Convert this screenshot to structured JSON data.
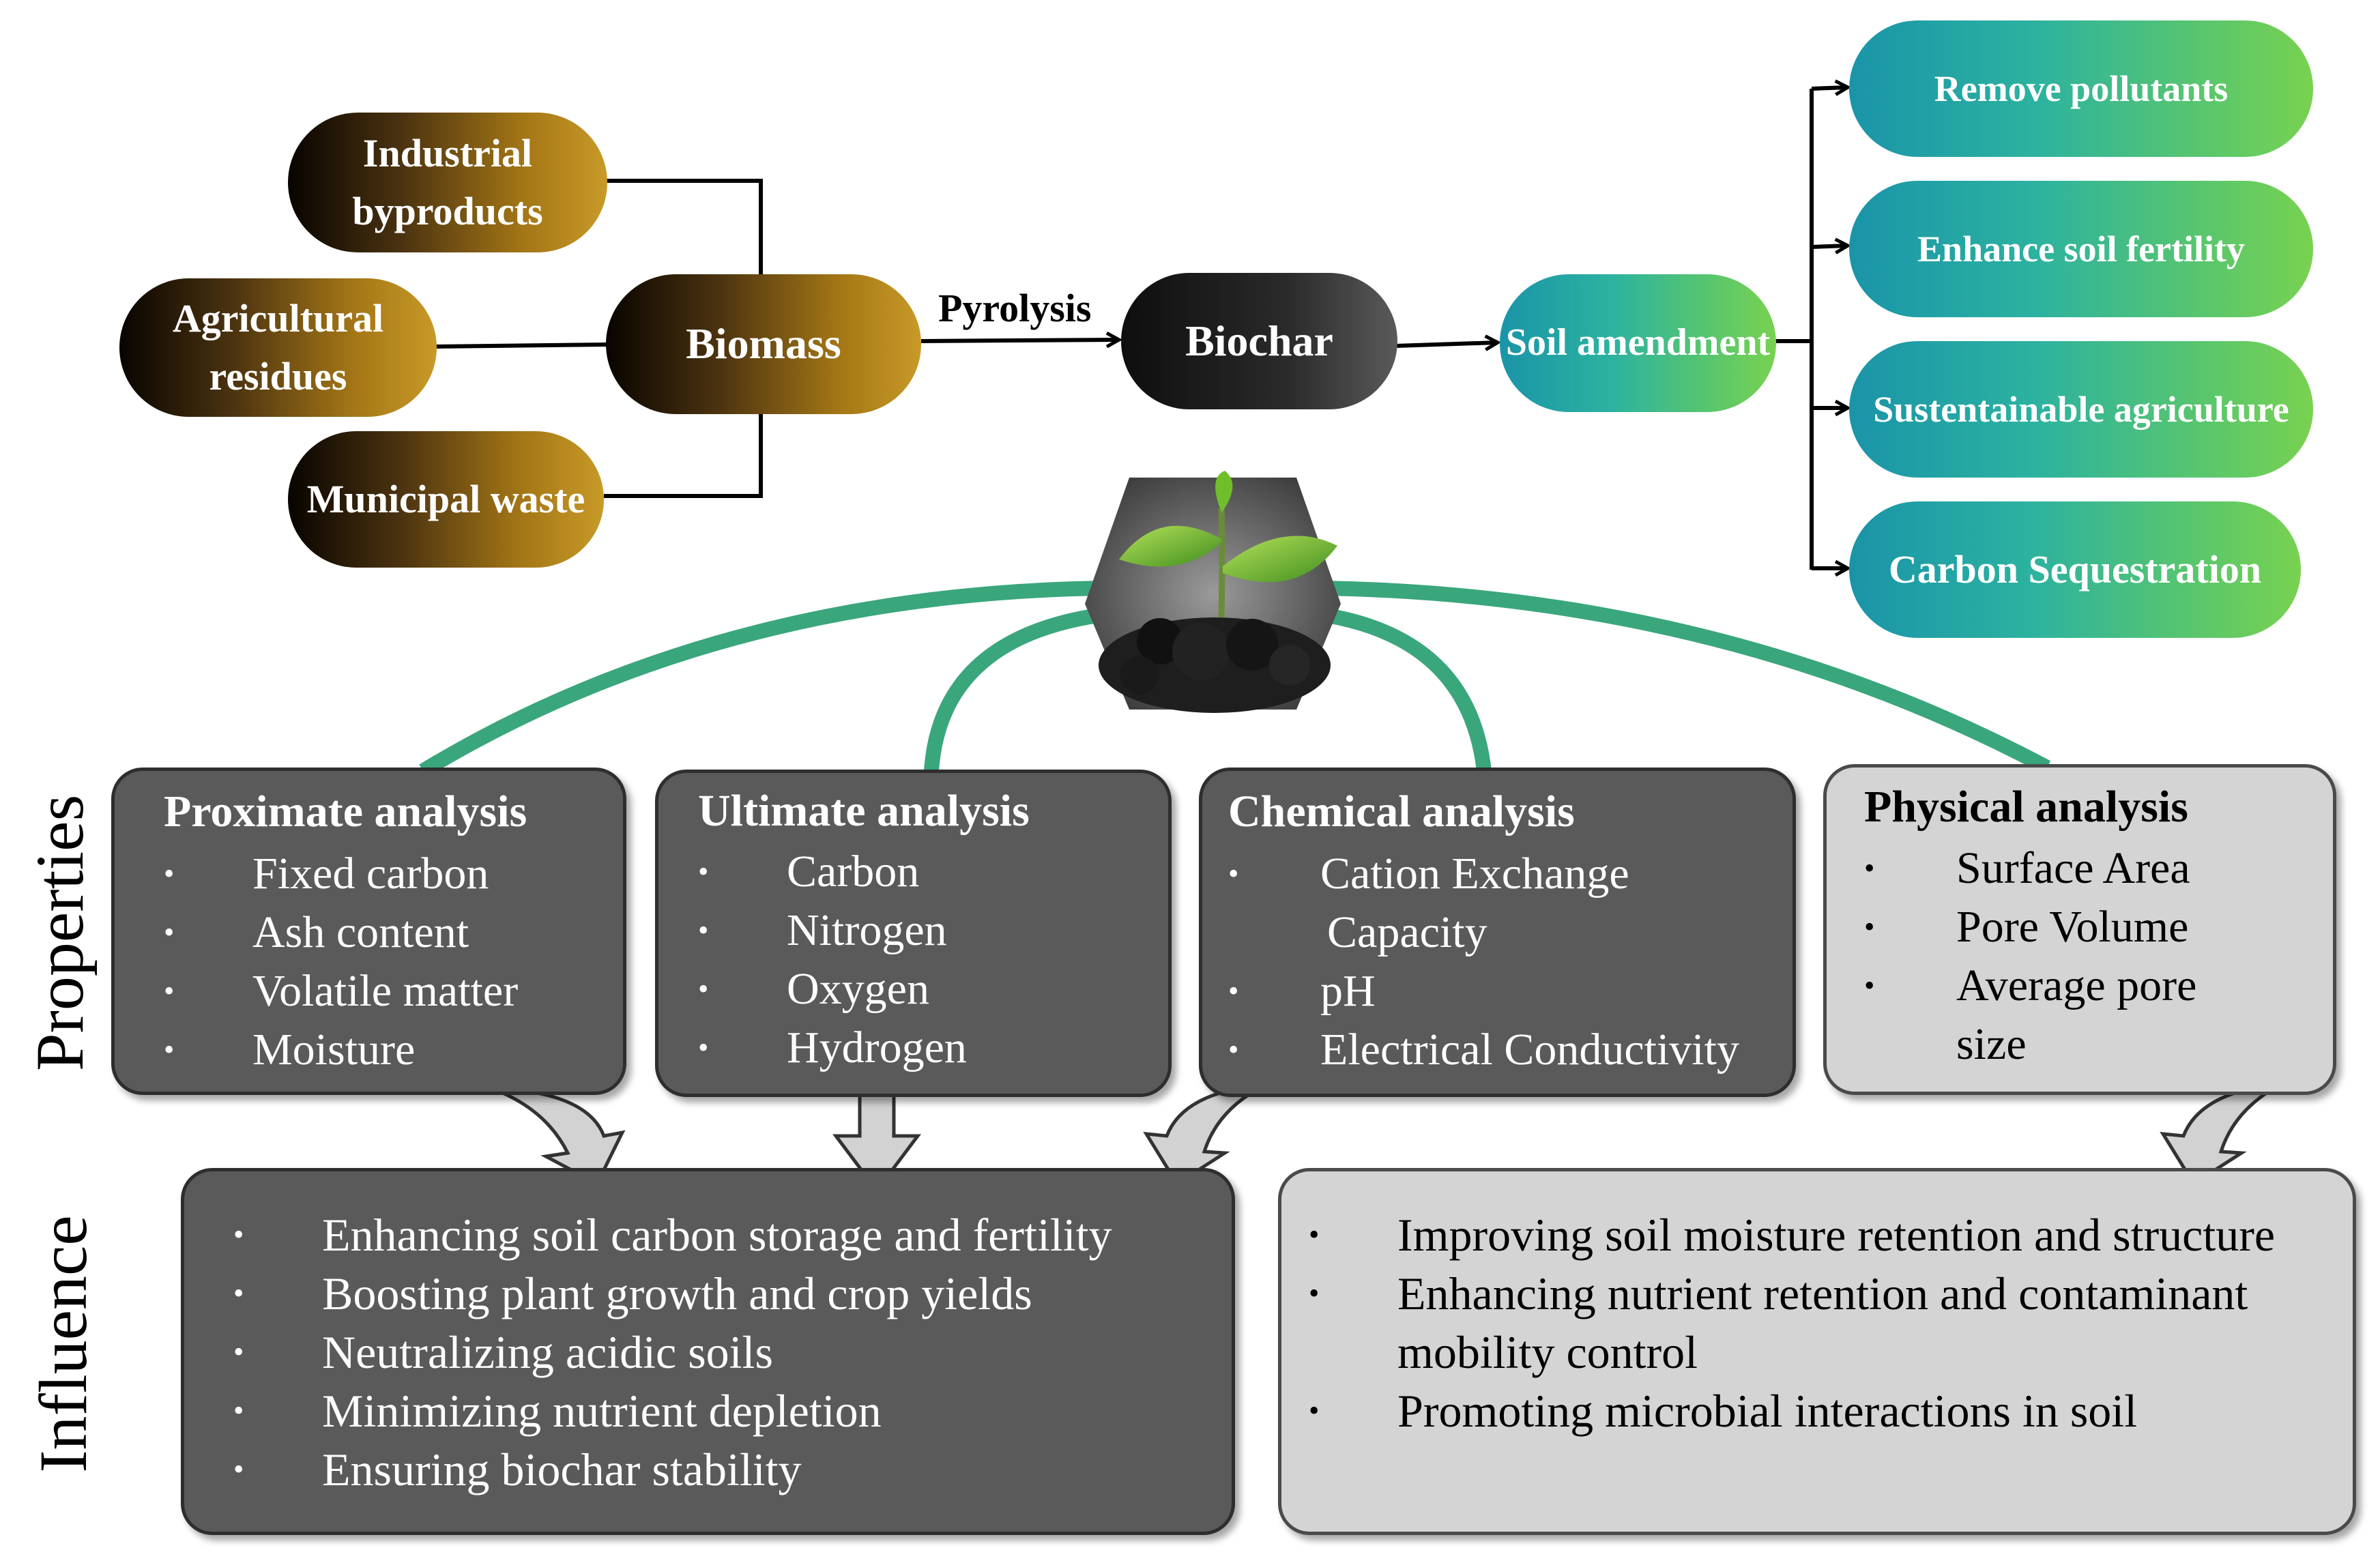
{
  "sources": {
    "industrial": [
      "Industrial",
      "byproducts"
    ],
    "agricultural": [
      "Agricultural",
      "residues"
    ],
    "municipal": "Municipal waste"
  },
  "flow": {
    "biomass": "Biomass",
    "pyrolysis": "Pyrolysis",
    "biochar": "Biochar",
    "soil_amendment": "Soil amendment"
  },
  "benefits": [
    "Remove pollutants",
    "Enhance soil fertility",
    "Sustentainable agriculture",
    "Carbon Sequestration"
  ],
  "side_labels": {
    "properties": "Properties",
    "influence": "Influence"
  },
  "properties": [
    {
      "title": "Proximate analysis",
      "items": [
        "Fixed carbon",
        "Ash content",
        "Volatile matter",
        "Moisture"
      ]
    },
    {
      "title": "Ultimate analysis",
      "items": [
        "Carbon",
        "Nitrogen",
        "Oxygen",
        "Hydrogen"
      ]
    },
    {
      "title": "Chemical analysis",
      "items": [
        "Cation Exchange",
        "Capacity",
        "pH",
        "Electrical  Conductivity"
      ]
    },
    {
      "title": "Physical analysis",
      "items": [
        "Surface Area",
        "Pore Volume",
        "Average pore",
        "size"
      ]
    }
  ],
  "influence_left": [
    "Enhancing soil carbon storage and fertility",
    "Boosting plant growth and crop yields",
    "Neutralizing  acidic soils",
    "Minimizing nutrient depletion",
    "Ensuring biochar stability"
  ],
  "influence_right": [
    "Improving soil moisture retention and structure",
    "Enhancing nutrient retention and contaminant",
    "mobility control",
    "Promoting microbial interactions in soil"
  ],
  "colors": {
    "arc": "#3aa67c",
    "dark_box": "#5a5a5a",
    "light_box": "#d4d4d4",
    "arrow": "#d2d2d2"
  },
  "icons": [
    "biochar-sprout-image",
    "down-arrow-icon"
  ]
}
